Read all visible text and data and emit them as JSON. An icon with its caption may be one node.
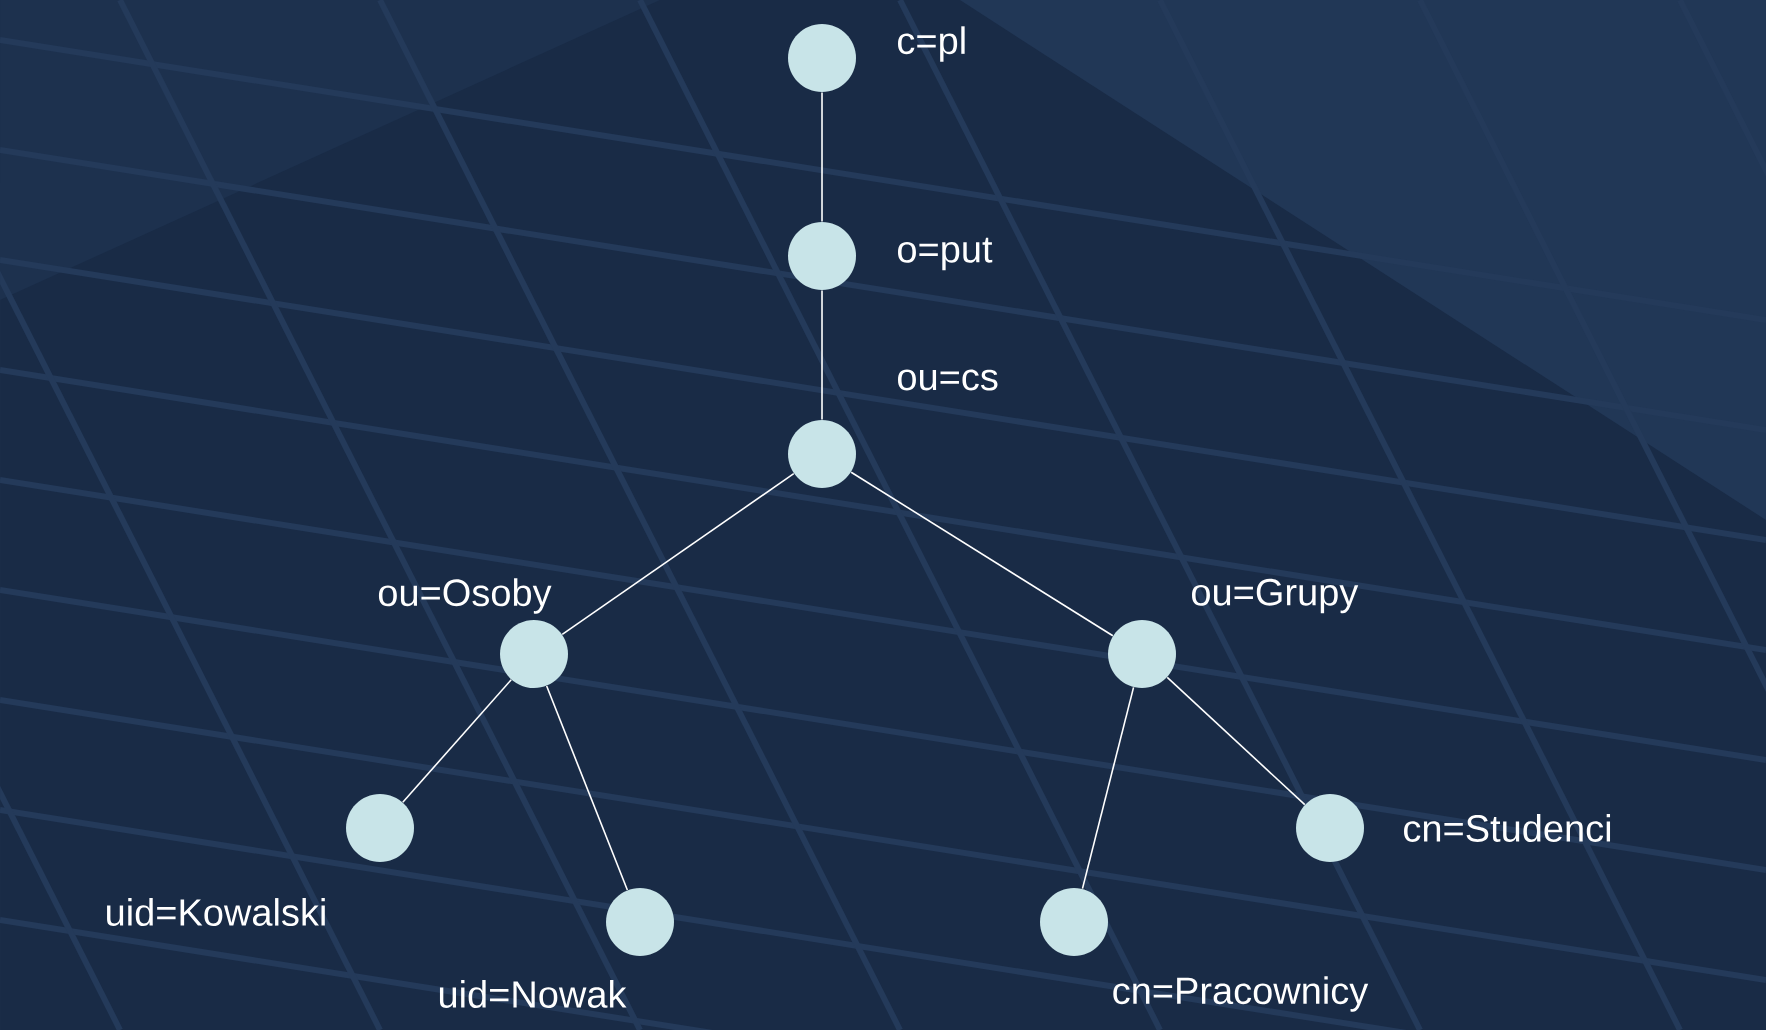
{
  "diagram": {
    "nodes": [
      {
        "text": [],
        "shape": "circle",
        "beside": [
          "c=pl"
        ]
      },
      {
        "text": [],
        "shape": "circle",
        "beside": [
          "o=put"
        ]
      },
      {
        "text": [],
        "shape": "circle",
        "beside": [
          "ou=cs"
        ]
      },
      {
        "text": [],
        "shape": "circle",
        "beside": [
          "ou=Osoby"
        ]
      },
      {
        "text": [],
        "shape": "circle",
        "beside": [
          "ou=Grupy"
        ]
      },
      {
        "text": [],
        "shape": "circle",
        "beside": [
          "uid=Kowalski"
        ]
      },
      {
        "text": [],
        "shape": "circle",
        "beside": [
          "uid=Nowak"
        ]
      },
      {
        "text": [],
        "shape": "circle",
        "beside": [
          "cn=Pracownicy"
        ]
      },
      {
        "text": [],
        "shape": "circle",
        "beside": [
          "cn=Studenci"
        ]
      }
    ],
    "edges": [
      {
        "from": 0,
        "to": 1,
        "arrow": "none"
      },
      {
        "from": 1,
        "to": 2,
        "arrow": "none"
      },
      {
        "from": 2,
        "to": 3,
        "arrow": "none"
      },
      {
        "from": 2,
        "to": 4,
        "arrow": "none"
      },
      {
        "from": 3,
        "to": 5,
        "arrow": "none"
      },
      {
        "from": 3,
        "to": 6,
        "arrow": "none"
      },
      {
        "from": 4,
        "to": 7,
        "arrow": "none"
      },
      {
        "from": 4,
        "to": 8,
        "arrow": "none"
      }
    ]
  }
}
